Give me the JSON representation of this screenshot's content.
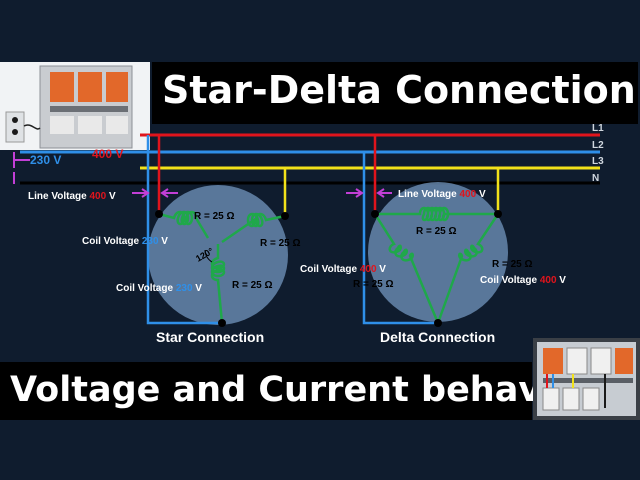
{
  "title": "Star-Delta Connection",
  "subtitle": "Voltage and Current behavior",
  "lines": [
    {
      "label": "L1",
      "color": "#e0141c"
    },
    {
      "label": "L2",
      "color": "#2f8fe8"
    },
    {
      "label": "L3",
      "color": "#f2e21a"
    },
    {
      "label": "N",
      "color": "#000000"
    }
  ],
  "supply": {
    "phase_value": "230",
    "phase_unit": " V",
    "line_value": "400",
    "line_unit": " V"
  },
  "star": {
    "title": "Star Connection",
    "line_voltage_prefix": "Line Voltage ",
    "line_voltage_value": "400",
    "line_voltage_unit": " V",
    "coil_voltage_prefix": "Coil Voltage ",
    "coil_voltage_value": "230",
    "coil_voltage_unit": " V",
    "coil2_prefix": "Coil Voltage ",
    "coil2_value": "230",
    "coil2_unit": " V",
    "r1": "R = 25 Ω",
    "r2": "R = 25 Ω",
    "r3": "R = 25 Ω",
    "angle": "120°"
  },
  "delta": {
    "title": "Delta Connection",
    "line_voltage_prefix": "Line Voltage ",
    "line_voltage_value": "400",
    "line_voltage_unit": " V",
    "coil_left_prefix": "Coil Voltage ",
    "coil_left_value": "400",
    "coil_left_unit": " V",
    "coil_right_prefix": "Coil Voltage ",
    "coil_right_value": "400",
    "coil_right_unit": " V",
    "r_top": "R = 25 Ω",
    "r_left": "R = 25 Ω",
    "r_right": "R = 25 Ω"
  },
  "colors": {
    "background": "#0f1c2e",
    "red": "#e0141c",
    "blue": "#2f8fe8",
    "yellow": "#f2e21a",
    "coil_green": "#1fa84a",
    "magenta": "#c23fd6",
    "circle": "#6b8fb5"
  }
}
